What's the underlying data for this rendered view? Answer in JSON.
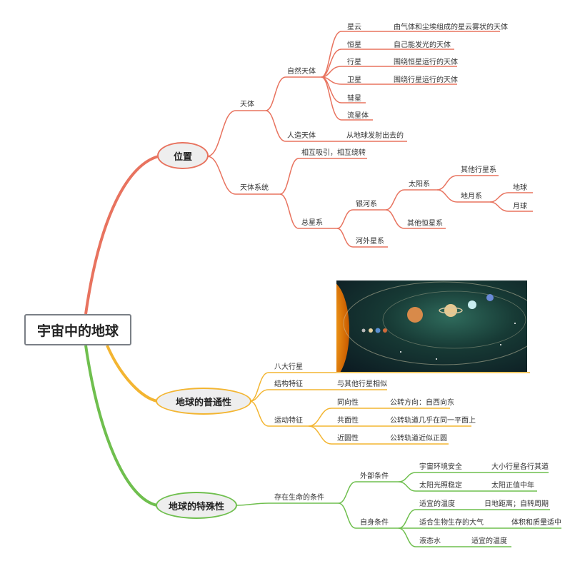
{
  "colors": {
    "red": "#e8735f",
    "orange": "#f3b531",
    "green": "#6fbf4e"
  },
  "root": "宇宙中的地球",
  "weizhi": {
    "title": "位置",
    "tianti": "天体",
    "ziran": "自然天体",
    "items": [
      {
        "name": "星云",
        "desc": "由气体和尘埃组成的星云雾状的天体"
      },
      {
        "name": "恒星",
        "desc": "自己能发光的天体"
      },
      {
        "name": "行星",
        "desc": "围绕恒星运行的天体"
      },
      {
        "name": "卫星",
        "desc": "围绕行星运行的天体"
      },
      {
        "name": "彗星",
        "desc": ""
      },
      {
        "name": "流星体",
        "desc": ""
      }
    ],
    "renzao": "人造天体",
    "renzao_desc": "从地球发射出去的",
    "xitong": "天体系统",
    "xiang": "相互吸引，相互绕转",
    "zong": "总星系",
    "yinhe": "银河系",
    "taiyang": "太阳系",
    "qitaxing": "其他行星系",
    "diyue": "地月系",
    "diqiu": "地球",
    "yueqiu": "月球",
    "qitaheng": "其他恒星系",
    "hewai": "河外星系"
  },
  "putong": {
    "title": "地球的普通性",
    "bada": "八大行星",
    "jiegou": "结构特征",
    "jiegou_desc": "与其他行星相似",
    "yundong": "运动特征",
    "rows": [
      {
        "name": "同向性",
        "desc": "公转方向：自西向东"
      },
      {
        "name": "共面性",
        "desc": "公转轨道几乎在同一平面上"
      },
      {
        "name": "近圆性",
        "desc": "公转轨道近似正圆"
      }
    ]
  },
  "teshu": {
    "title": "地球的特殊性",
    "cunzai": "存在生命的条件",
    "waibu": "外部条件",
    "huanjing": "宇宙环境安全",
    "huanjing_desc": "大小行星各行其道",
    "guangzhao": "太阳光照稳定",
    "guangzhao_desc": "太阳正值中年",
    "zishen": "自身条件",
    "wendu": "适宜的温度",
    "wendu_desc": "日地距离；自转周期",
    "daqi": "适合生物生存的大气",
    "daqi_desc": "体积和质量适中",
    "shui": "液态水",
    "shui_desc": "适宜的温度"
  }
}
